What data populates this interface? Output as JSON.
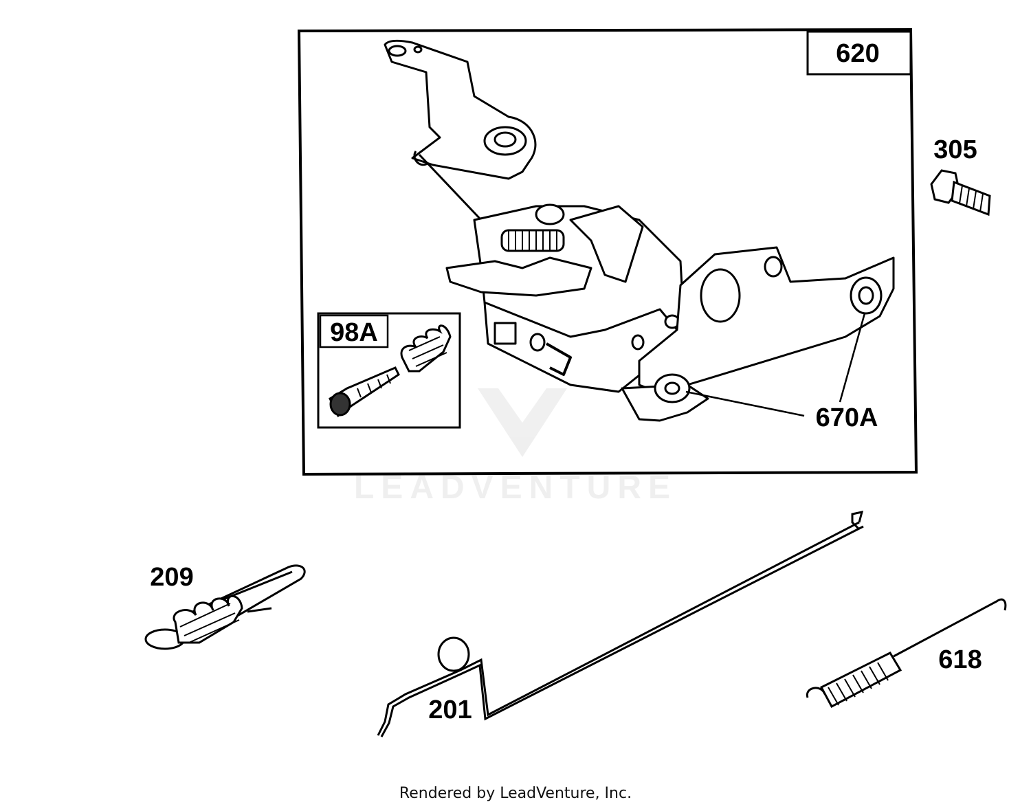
{
  "parts": {
    "assembly": "620",
    "kit": "98A",
    "bolt": "305",
    "bushing": "670A",
    "spring_link": "209",
    "link": "201",
    "spring": "618"
  },
  "watermark": "LEADVENTURE",
  "footer": "Rendered by LeadVenture, Inc."
}
